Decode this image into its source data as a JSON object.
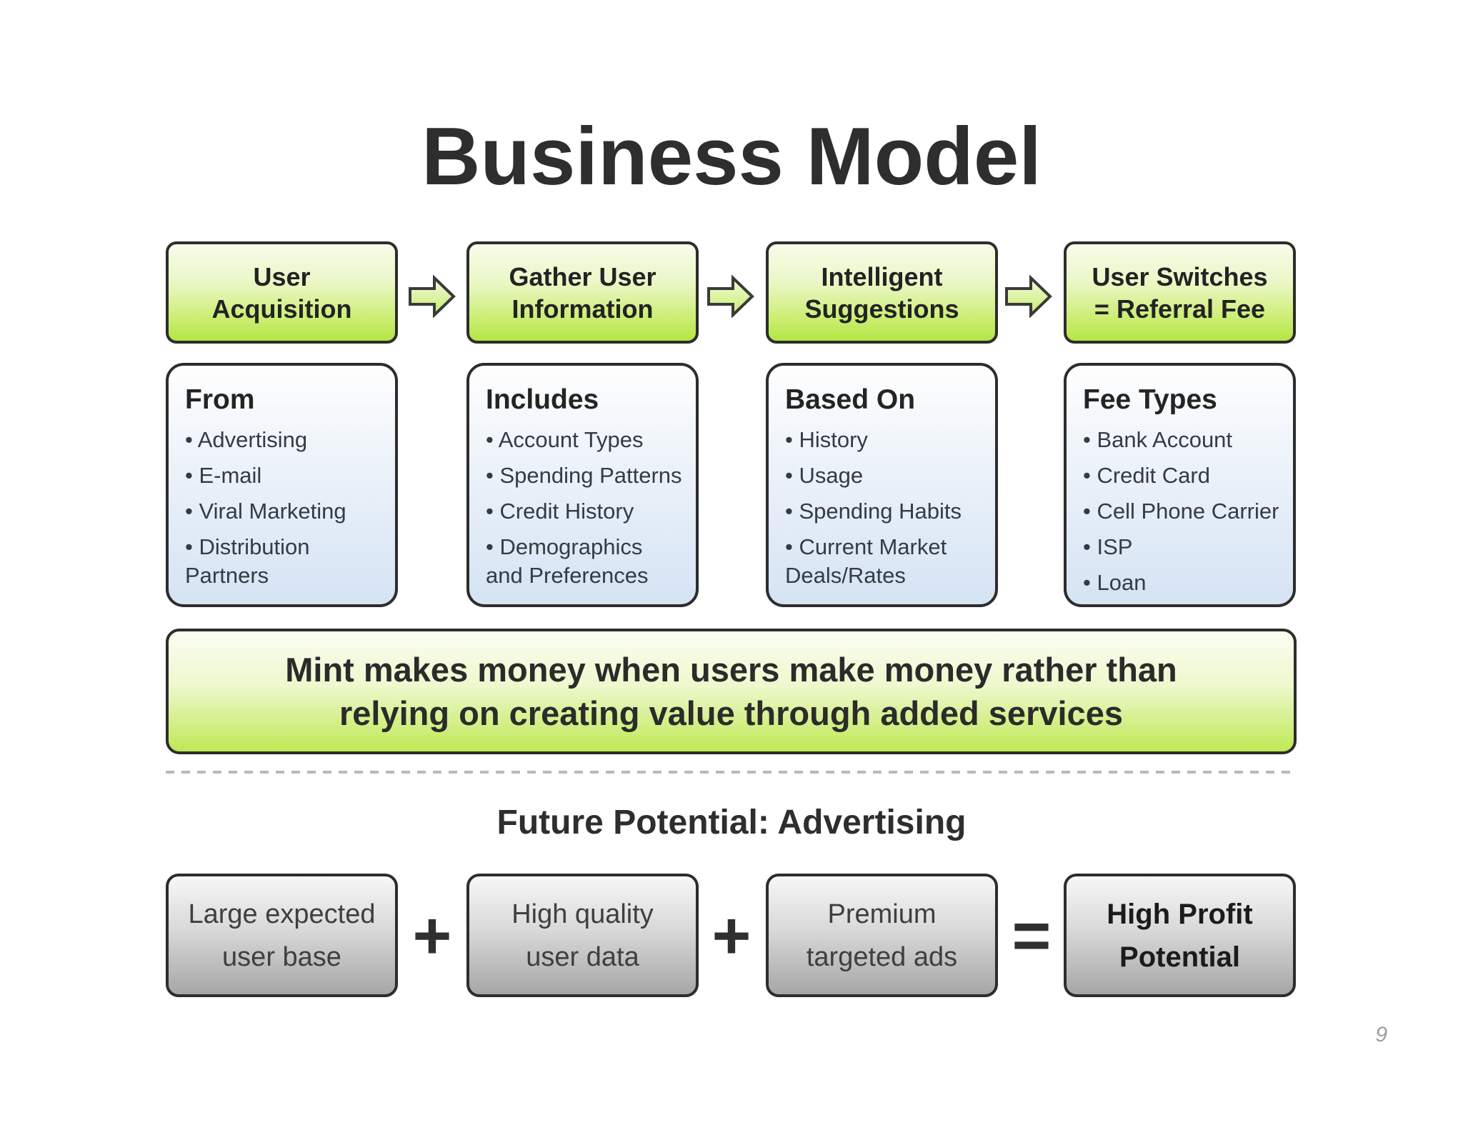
{
  "title": "Business Model",
  "page_number": "9",
  "colors": {
    "box_border": "#2d2d2d",
    "green_gradient_top": "#f7fcea",
    "green_gradient_bottom": "#b4e644",
    "blue_gradient_top": "#fefefe",
    "blue_gradient_bottom": "#d5e3f4",
    "gray_gradient_top": "#f7f7f7",
    "gray_gradient_bottom": "#a6a6a6",
    "arrow_fill_top": "#f2fadc",
    "arrow_fill_bottom": "#c8ec6d",
    "title_text": "#2e2e2e",
    "dash_line": "#b9b9b9",
    "page_number_gray": "#9b9ba1"
  },
  "process_row": {
    "steps": [
      {
        "line1": "User",
        "line2": "Acquisition"
      },
      {
        "line1": "Gather User",
        "line2": "Information"
      },
      {
        "line1": "Intelligent",
        "line2": "Suggestions"
      },
      {
        "line1": "User Switches",
        "line2": "= Referral Fee"
      }
    ]
  },
  "detail_row": {
    "boxes": [
      {
        "heading": "From",
        "items": [
          "• Advertising",
          "• E-mail",
          "• Viral Marketing",
          "• Distribution",
          "Partners"
        ]
      },
      {
        "heading": "Includes",
        "items": [
          "• Account Types",
          "• Spending Patterns",
          "• Credit History",
          "• Demographics",
          "and Preferences"
        ]
      },
      {
        "heading": "Based On",
        "items": [
          "• History",
          "• Usage",
          "• Spending Habits",
          "• Current Market",
          "Deals/Rates"
        ]
      },
      {
        "heading": "Fee Types",
        "items": [
          "• Bank Account",
          "• Credit Card",
          "• Cell Phone Carrier",
          "• ISP",
          "• Loan"
        ]
      }
    ]
  },
  "banner": {
    "line1": "Mint makes money when users make money rather than",
    "line2": "relying on creating value through added services"
  },
  "future": {
    "heading": "Future Potential: Advertising",
    "boxes": [
      {
        "line1": "Large expected",
        "line2": "user base"
      },
      {
        "line1": "High quality",
        "line2": "user data"
      },
      {
        "line1": "Premium",
        "line2": "targeted ads"
      },
      {
        "line1": "High Profit",
        "line2": "Potential"
      }
    ],
    "operators": [
      "+",
      "+",
      "="
    ]
  }
}
